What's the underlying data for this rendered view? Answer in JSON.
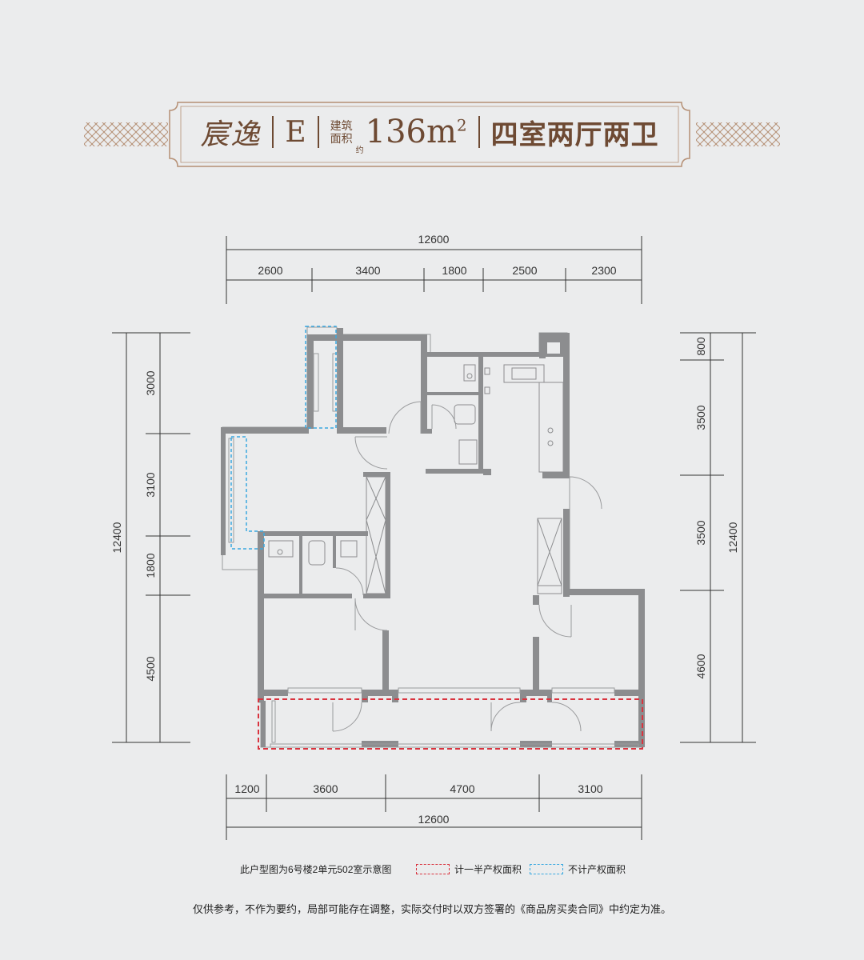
{
  "title": {
    "project": "宸逸",
    "unit_type": "E",
    "area_label_top": "建筑",
    "area_label_bottom": "面积",
    "area_prefix": "约",
    "area_value": "136m",
    "area_sup": "2",
    "rooms": "四室两厅两卫"
  },
  "dimensions": {
    "top_total": "12600",
    "top_segments": [
      "2600",
      "3400",
      "1800",
      "2500",
      "2300"
    ],
    "bottom_segments": [
      "1200",
      "3600",
      "4700",
      "3100"
    ],
    "bottom_total": "12600",
    "left_total": "12400",
    "left_segments": [
      "3000",
      "3100",
      "1800",
      "4500"
    ],
    "right_total": "12400",
    "right_segments": [
      "800",
      "3500",
      "3500",
      "4600"
    ]
  },
  "legend": {
    "note": "此户型图为6号楼2单元502室示意图",
    "half_area_label": "计一半产权面积",
    "no_area_label": "不计产权面积"
  },
  "colors": {
    "background": "#ebeced",
    "wall": "#8c8d8f",
    "title_brown": "#6e4a33",
    "half_area_red": "#d9343f",
    "no_area_blue": "#3aa8e0"
  },
  "disclaimer": "仅供参考，不作为要约，局部可能存在调整，实际交付时以双方签署的《商品房买卖合同》中约定为准。"
}
